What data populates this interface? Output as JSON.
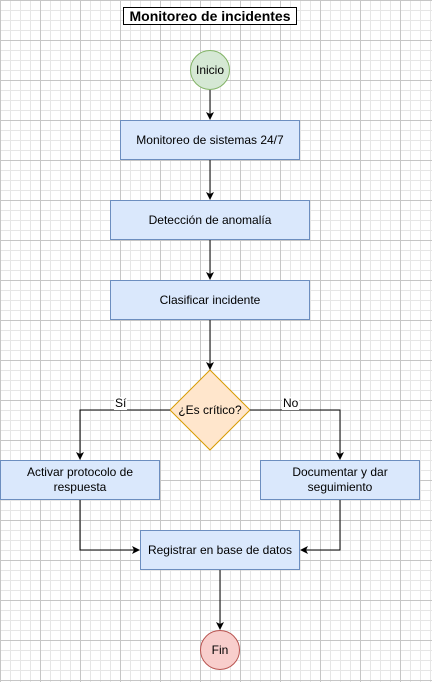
{
  "diagram": {
    "title": "Monitoreo de incidentes",
    "nodes": {
      "start": "Inicio",
      "monitor": "Monitoreo de sistemas 24/7",
      "detect": "Detección de anomalía",
      "classify": "Clasificar incidente",
      "decision": "¿Es crítico?",
      "activate": "Activar protocolo de respuesta",
      "document": "Documentar y dar seguimiento",
      "register": "Registrar en base de datos",
      "end": "Fin"
    },
    "edge_labels": {
      "yes": "Sí",
      "no": "No"
    },
    "colors": {
      "process_fill": "#dae8fc",
      "process_stroke": "#6c8ebf",
      "start_fill": "#d5e8d4",
      "start_stroke": "#82b366",
      "end_fill": "#f8cecc",
      "end_stroke": "#b85450",
      "decision_fill": "#ffe6cc",
      "decision_stroke": "#d79b00"
    }
  }
}
